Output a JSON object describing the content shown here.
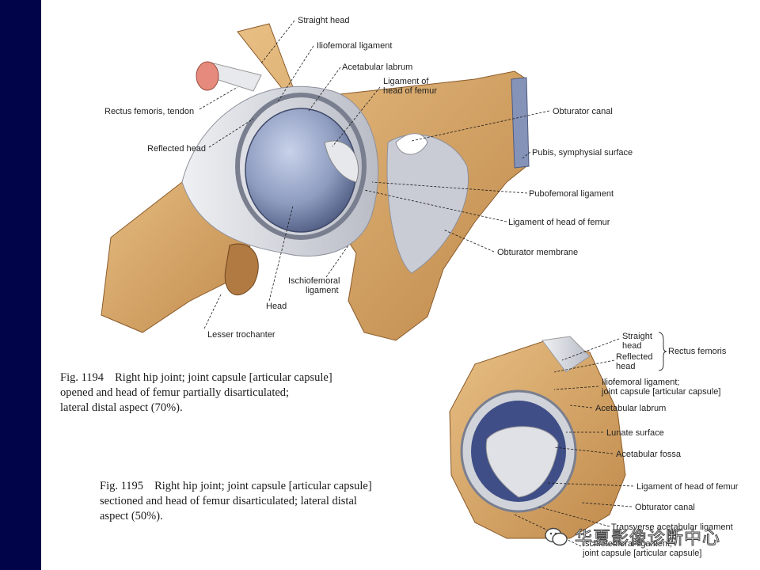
{
  "fig1194": {
    "labels": {
      "straight_head": "Straight head",
      "iliofemoral_ligament": "Iliofemoral ligament",
      "acetabular_labrum": "Acetabular labrum",
      "lig_head_femur_top_1": "Ligament of",
      "lig_head_femur_top_2": "head of femur",
      "rectus_femoris_tendon": "Rectus femoris, tendon",
      "reflected_head": "Reflected head",
      "obturator_canal": "Obturator canal",
      "pubis_symphysial": "Pubis, symphysial surface",
      "pubofemoral_ligament": "Pubofemoral ligament",
      "lig_head_femur": "Ligament of head of femur",
      "obturator_membrane": "Obturator membrane",
      "ischiofemoral_1": "Ischiofemoral",
      "ischiofemoral_2": "ligament",
      "head": "Head",
      "lesser_trochanter": "Lesser trochanter"
    },
    "caption": {
      "number": "Fig. 1194",
      "line1": "Right hip joint; joint capsule [articular capsule]",
      "line2": "opened and head of femur partially disarticulated;",
      "line3": "lateral distal aspect (70%)."
    }
  },
  "fig1195": {
    "labels": {
      "straight_1": "Straight",
      "straight_2": "head",
      "reflected_1": "Reflected",
      "reflected_2": "head",
      "rectus_femoris": "Rectus femoris",
      "iliofemoral_1": "Iliofemoral ligament;",
      "iliofemoral_2": "joint capsule [articular capsule]",
      "acetabular_labrum": "Acetabular labrum",
      "lunate_surface": "Lunate surface",
      "acetabular_fossa": "Acetabular fossa",
      "lig_head_femur": "Ligament of head of femur",
      "obturator_canal": "Obturator canal",
      "transverse_lig": "Transverse acetabular ligament",
      "ischiofemoral_1": "Ischiofemoral ligament,",
      "ischiofemoral_2": "joint capsule [articular capsule]"
    },
    "caption": {
      "number": "Fig. 1195",
      "line1": "Right hip joint; joint capsule [articular capsule]",
      "line2": "sectioned and head of femur disarticulated; lateral distal",
      "line3": "aspect (50%)."
    }
  },
  "watermark": {
    "text": "华夏影像诊断中心",
    "icon": "wechat-icon"
  },
  "colors": {
    "sidebar": "#02044a",
    "bone": "#d8a86a",
    "cartilage": "#9aa8c8",
    "ligament": "#d9dbe0"
  }
}
